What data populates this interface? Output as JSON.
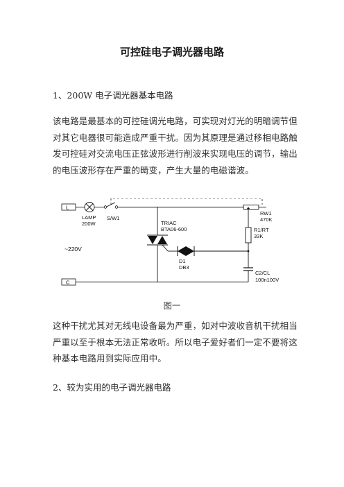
{
  "document": {
    "title": "可控硅电子调光器电路",
    "section1_heading": "1、200W 电子调光器基本电路",
    "para1": "该电路是最基本的可控硅调光电路，可实现对灯光的明暗调节但对其它电器很可能造成严重干扰。因为其原理是通过移相电路触发可控硅对交流电压正弦波形进行削波来实现电压的调节，输出的电压波形存在严重的畸变，产生大量的电磁谐波。",
    "figure_caption": "图一",
    "para2": "这种干扰尤其对无线电设备最为严重，如对中波收音机干扰相当严重以至于根本无法正常收听。所以电子爱好者们一定不要将这种基本电路用到实际应用中。",
    "section2_heading": "2、较为实用的电子调光器电路"
  },
  "circuit": {
    "terminal_top": "L",
    "terminal_bottom": "C",
    "lamp_label": "LAMP",
    "lamp_rating": "200W",
    "switch_label": "S/W1",
    "supply_label": "~220V",
    "triac_label": "TRIAC",
    "triac_part": "BTA06-600",
    "diac_label": "D1",
    "diac_part": "DB3",
    "pot_label": "RW1",
    "pot_value": "470K",
    "resistor_label": "R1/RT",
    "resistor_value": "33K",
    "cap_label": "C2/CL",
    "cap_value": "100n100V"
  }
}
